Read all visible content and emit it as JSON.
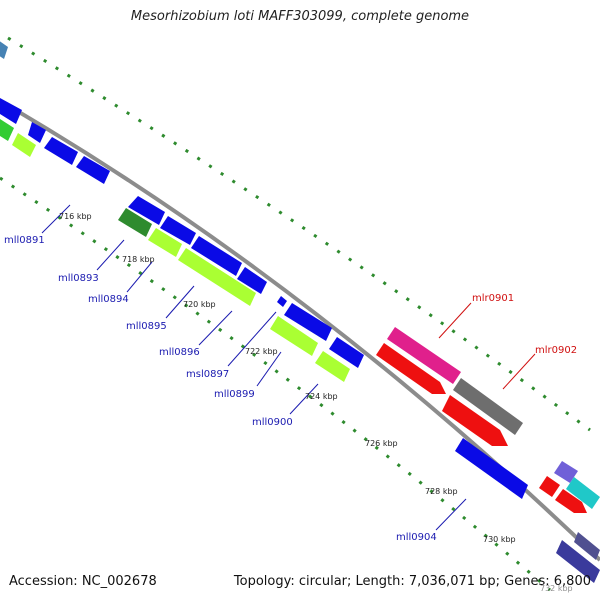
{
  "header": {
    "title": "Mesorhizobium loti MAFF303099, complete genome"
  },
  "footer": {
    "accession": "Accession: NC_002678",
    "summary": "Topology: circular; Length: 7,036,071 bp; Genes: 6,800"
  },
  "colors": {
    "backbone": "#8c8c8c",
    "tick": "#2e8b2e",
    "label_reverse": "#1b1bb0",
    "label_forward": "#d01010"
  },
  "kbp_labels": [
    {
      "id": "k716",
      "text": "716 kbp"
    },
    {
      "id": "k718",
      "text": "718 kbp"
    },
    {
      "id": "k720",
      "text": "720 kbp"
    },
    {
      "id": "k722",
      "text": "722 kbp"
    },
    {
      "id": "k724",
      "text": "724 kbp"
    },
    {
      "id": "k726",
      "text": "726 kbp"
    },
    {
      "id": "k728",
      "text": "728 kbp"
    },
    {
      "id": "k730",
      "text": "730 kbp"
    },
    {
      "id": "k732",
      "text": "732 kbp"
    }
  ],
  "gene_labels": [
    {
      "id": "mll0891",
      "text": "mll0891",
      "strand": "reverse"
    },
    {
      "id": "mll0893",
      "text": "mll0893",
      "strand": "reverse"
    },
    {
      "id": "mll0894",
      "text": "mll0894",
      "strand": "reverse"
    },
    {
      "id": "mll0895",
      "text": "mll0895",
      "strand": "reverse"
    },
    {
      "id": "mll0896",
      "text": "mll0896",
      "strand": "reverse"
    },
    {
      "id": "msl0897",
      "text": "msl0897",
      "strand": "reverse"
    },
    {
      "id": "mll0899",
      "text": "mll0899",
      "strand": "reverse"
    },
    {
      "id": "mll0900",
      "text": "mll0900",
      "strand": "reverse"
    },
    {
      "id": "mll0904",
      "text": "mll0904",
      "strand": "reverse"
    },
    {
      "id": "mlr0901",
      "text": "mlr0901",
      "strand": "forward"
    },
    {
      "id": "mlr0902",
      "text": "mlr0902",
      "strand": "forward"
    }
  ]
}
